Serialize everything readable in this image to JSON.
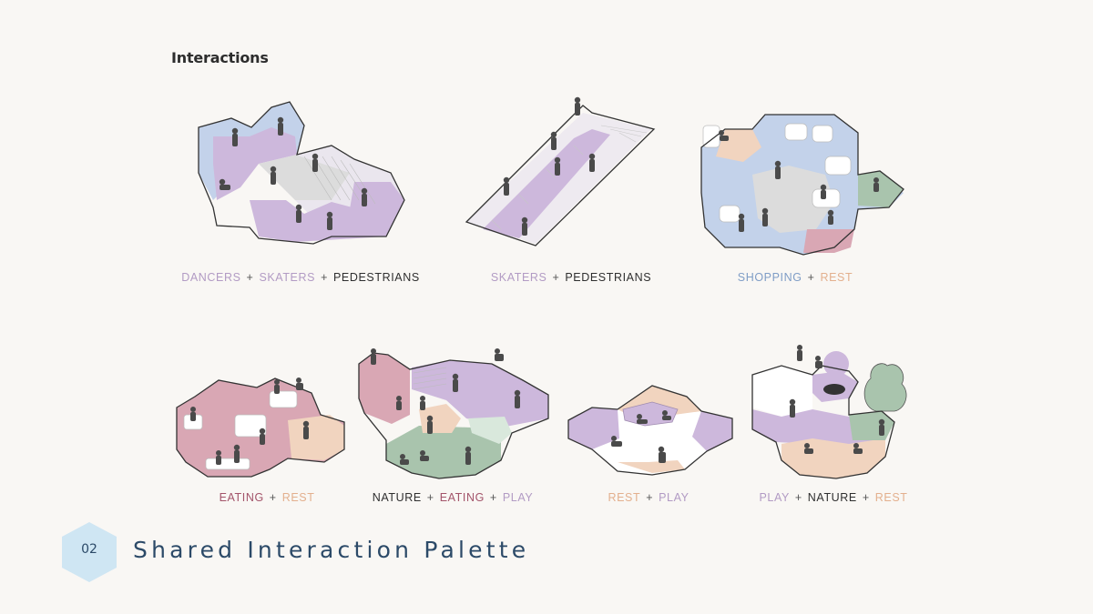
{
  "heading": "Interactions",
  "captions": [
    {
      "id": "d1",
      "parts": [
        {
          "text": "DANCERS",
          "color": "purple"
        },
        {
          "text": "SKATERS",
          "color": "purple"
        },
        {
          "text": "PEDESTRIANS",
          "color": "dark"
        }
      ]
    },
    {
      "id": "d2",
      "parts": [
        {
          "text": "SKATERS",
          "color": "purple"
        },
        {
          "text": "PEDESTRIANS",
          "color": "dark"
        }
      ]
    },
    {
      "id": "d3",
      "parts": [
        {
          "text": "SHOPPING",
          "color": "blue"
        },
        {
          "text": "REST",
          "color": "peach"
        }
      ]
    },
    {
      "id": "d4",
      "parts": [
        {
          "text": "EATING",
          "color": "rose"
        },
        {
          "text": "REST",
          "color": "peach"
        }
      ]
    },
    {
      "id": "d5",
      "parts": [
        {
          "text": "NATURE",
          "color": "dark"
        },
        {
          "text": "EATING",
          "color": "rose"
        },
        {
          "text": "PLAY",
          "color": "purple"
        }
      ]
    },
    {
      "id": "d6",
      "parts": [
        {
          "text": "REST",
          "color": "peach"
        },
        {
          "text": "PLAY",
          "color": "purple"
        }
      ]
    },
    {
      "id": "d7",
      "parts": [
        {
          "text": "PLAY",
          "color": "purple"
        },
        {
          "text": "NATURE",
          "color": "dark"
        },
        {
          "text": "REST",
          "color": "peach"
        }
      ]
    }
  ],
  "plus_symbol": "+",
  "footer": {
    "number": "02",
    "title": "Shared Interaction Palette"
  },
  "colors": {
    "purple": "#cdb8dc",
    "blue": "#c3d2ea",
    "peach": "#f1d4bf",
    "rose": "#d9a7b4",
    "green": "#a9c4ad",
    "mint": "#d9e8dc",
    "gray": "#dcdcdc",
    "accent_text": "#2c4a68",
    "footer_hex": "#cfe6f3"
  }
}
